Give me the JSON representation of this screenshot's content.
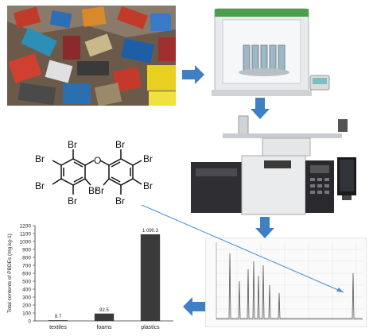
{
  "molecule": {
    "substituent": "Br",
    "bridge": "O"
  },
  "chart_data": {
    "type": "bar",
    "categories": [
      "textiles",
      "foams",
      "plastics"
    ],
    "values": [
      8.7,
      92.5,
      1090.3
    ],
    "value_labels": [
      "8.7",
      "92.5",
      "1 090.3"
    ],
    "ylabel": "Total contents of PBDEs (mg kg-1)",
    "ylim": [
      0,
      1200
    ],
    "yticks": [
      "0",
      "100",
      "200",
      "300",
      "400",
      "500",
      "600",
      "700",
      "800",
      "900",
      "1000",
      "1100",
      "1200"
    ],
    "grid": false,
    "bar_color": "#3a3a3a"
  },
  "colors": {
    "flow_arrow": "#3f7fc4",
    "connector_line": "#4a8fd6"
  }
}
